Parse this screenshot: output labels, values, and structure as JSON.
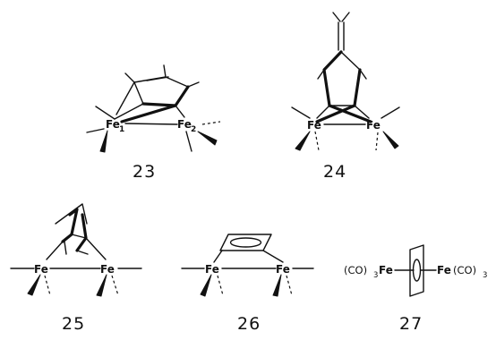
{
  "compounds": [
    {
      "number": "23",
      "atom_labels": [
        "Fe",
        "Fe"
      ],
      "atom_subscripts": [
        "1",
        "2"
      ]
    },
    {
      "number": "24",
      "atom_labels": [
        "Fe",
        "Fe"
      ]
    },
    {
      "number": "25",
      "atom_labels": [
        "Fe",
        "Fe"
      ]
    },
    {
      "number": "26",
      "atom_labels": [
        "Fe",
        "Fe"
      ]
    },
    {
      "number": "27",
      "atom_labels": [
        "Fe",
        "Fe"
      ],
      "ligand_left": "(CO)",
      "ligand_left_sub": "3",
      "ligand_right": "(CO)",
      "ligand_right_sub": "3"
    }
  ]
}
